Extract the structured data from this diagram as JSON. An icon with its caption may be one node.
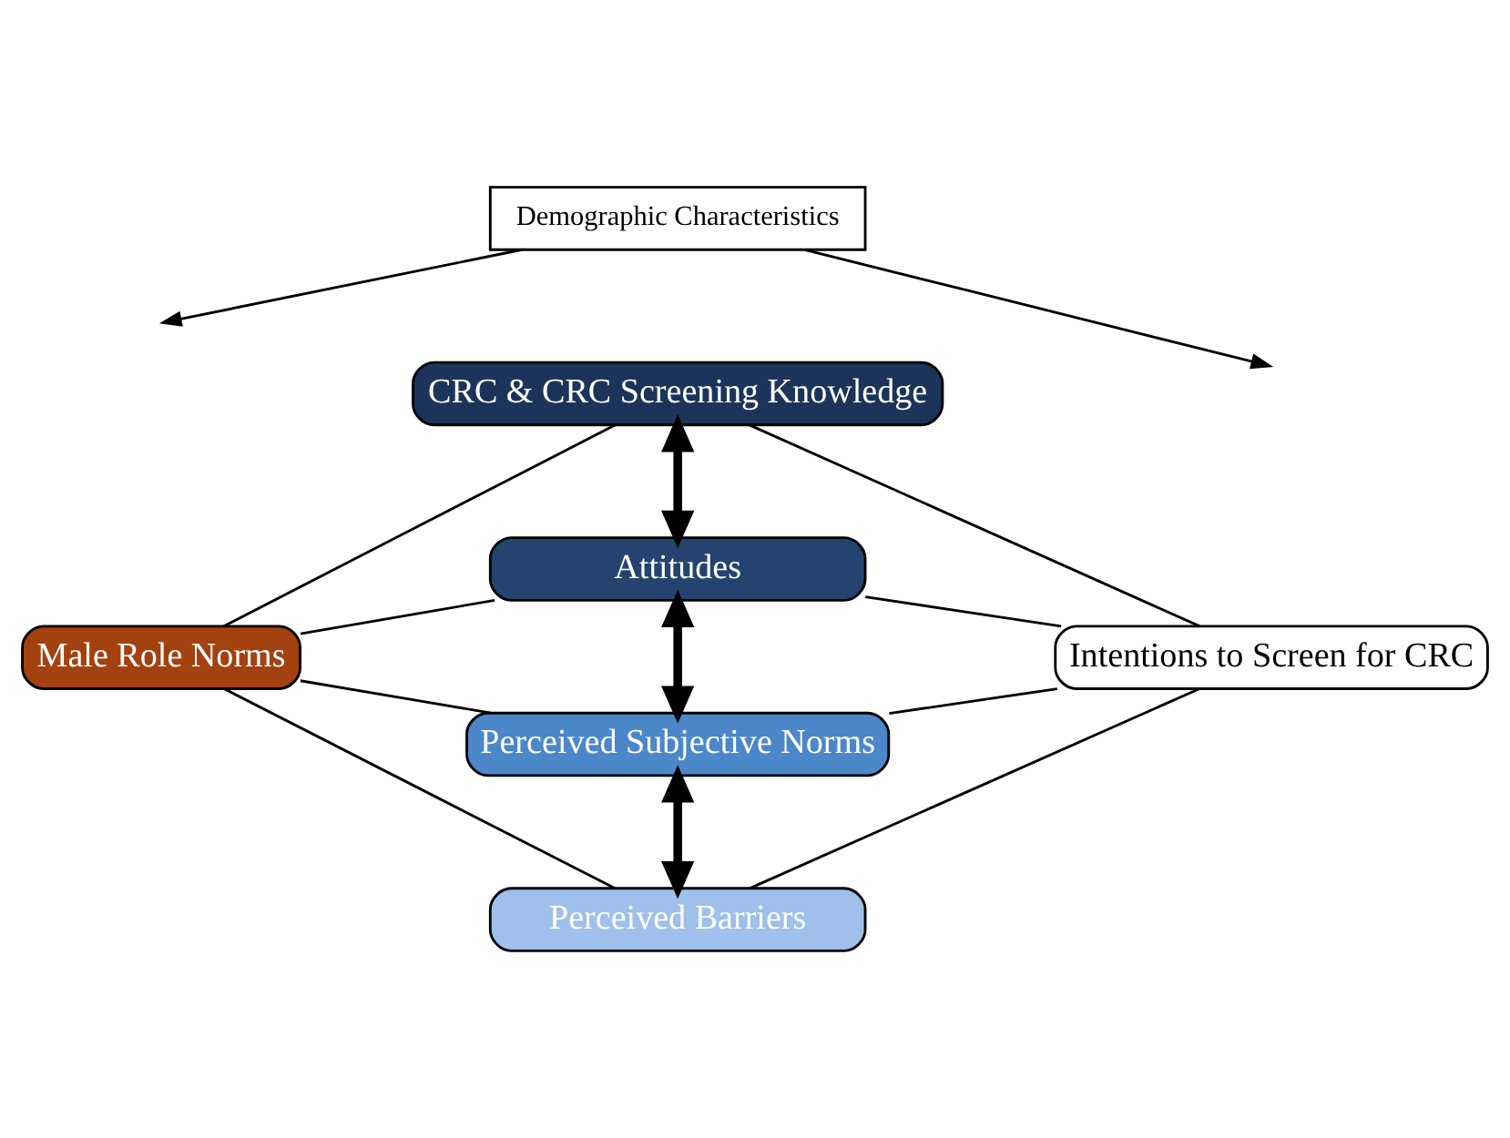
{
  "diagram": {
    "nodes": [
      {
        "text": [
          "Male Role Norms"
        ]
      },
      {
        "text": [
          "CRC & CRC Screening Knowledge"
        ]
      },
      {
        "text": [
          "Attitudes"
        ]
      },
      {
        "text": [
          "Perceived Subjective Norms"
        ]
      },
      {
        "text": [
          "Perceived Barriers"
        ]
      },
      {
        "text": [
          "Intentions to Screen for CRC"
        ]
      },
      {
        "text": [
          "Demographic Characteristics"
        ]
      }
    ],
    "edges": [
      {
        "from": 0,
        "to": 1,
        "arrow": "none"
      },
      {
        "from": 0,
        "to": 2,
        "arrow": "none"
      },
      {
        "from": 0,
        "to": 3,
        "arrow": "none"
      },
      {
        "from": 0,
        "to": 4,
        "arrow": "none"
      },
      {
        "from": 1,
        "to": 5,
        "arrow": "none"
      },
      {
        "from": 2,
        "to": 5,
        "arrow": "none"
      },
      {
        "from": 3,
        "to": 5,
        "arrow": "none"
      },
      {
        "from": 4,
        "to": 5,
        "arrow": "none"
      },
      {
        "from": 1,
        "to": 2,
        "arrow": "both",
        "style": "thick"
      },
      {
        "from": 2,
        "to": 3,
        "arrow": "both",
        "style": "thick"
      },
      {
        "from": 3,
        "to": 4,
        "arrow": "both",
        "style": "thick"
      },
      {
        "from": 6,
        "to": null,
        "arrow": "to"
      },
      {
        "from": 6,
        "to": null,
        "arrow": "to"
      }
    ]
  }
}
